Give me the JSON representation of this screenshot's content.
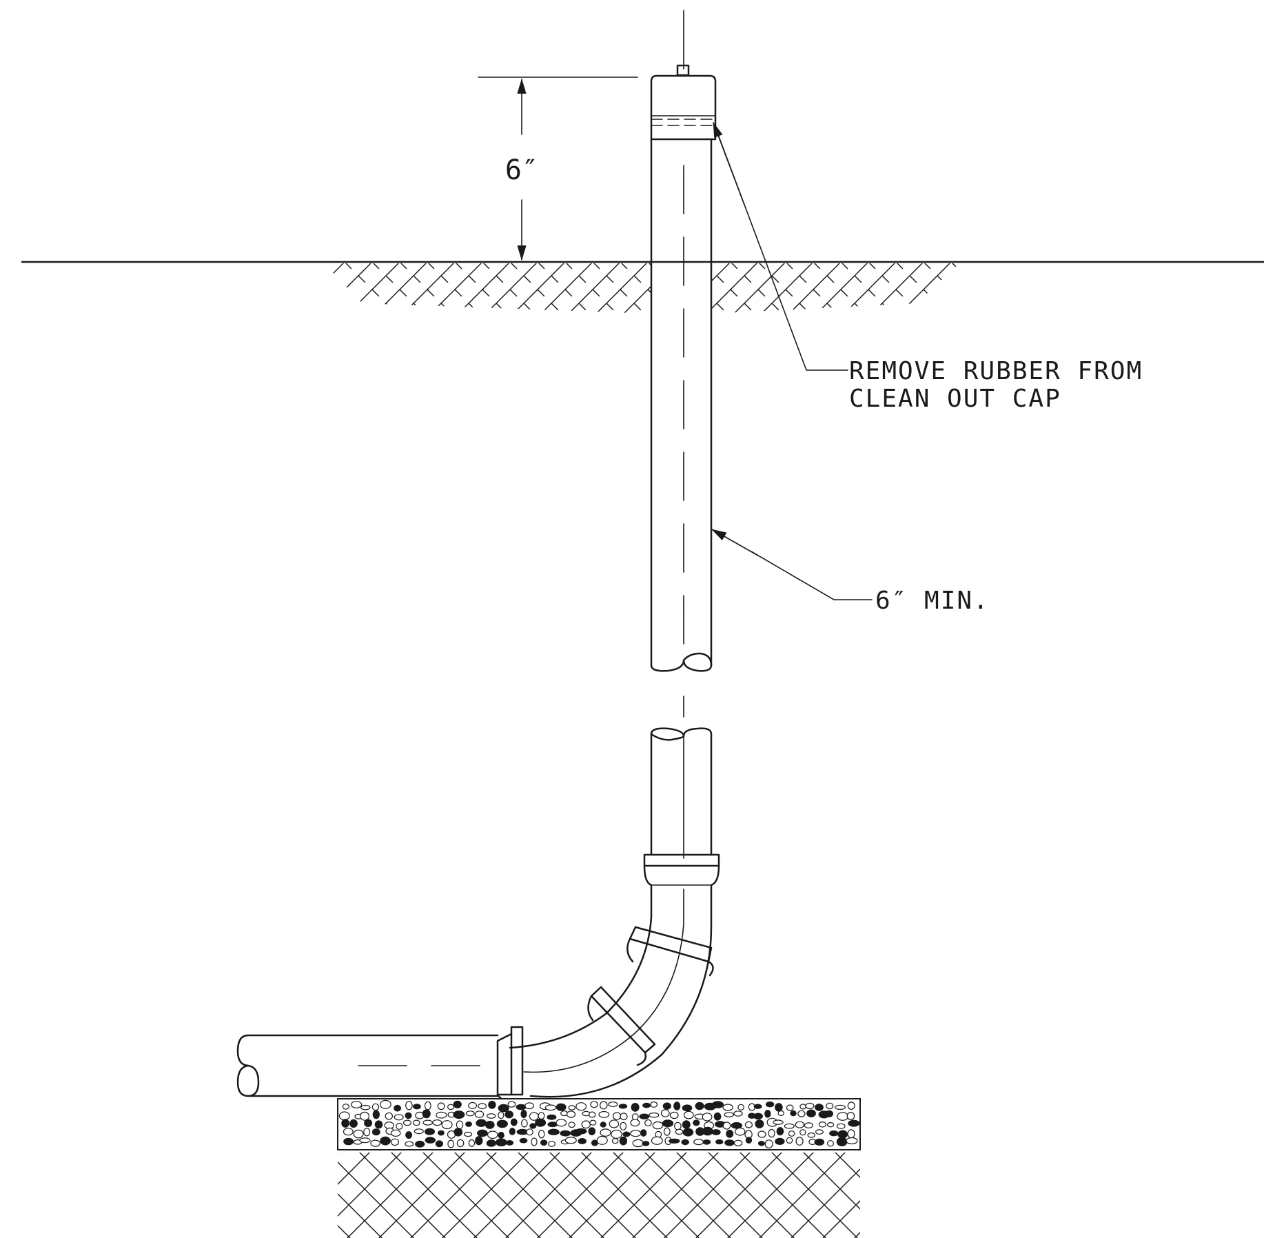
{
  "dimension": {
    "label": "6″"
  },
  "callouts": {
    "cap_line1": "REMOVE RUBBER FROM",
    "cap_line2": "CLEAN OUT CAP",
    "pipe": "6″ MIN."
  },
  "colors": {
    "ink": "#1a1a1a",
    "paper": "#ffffff"
  }
}
